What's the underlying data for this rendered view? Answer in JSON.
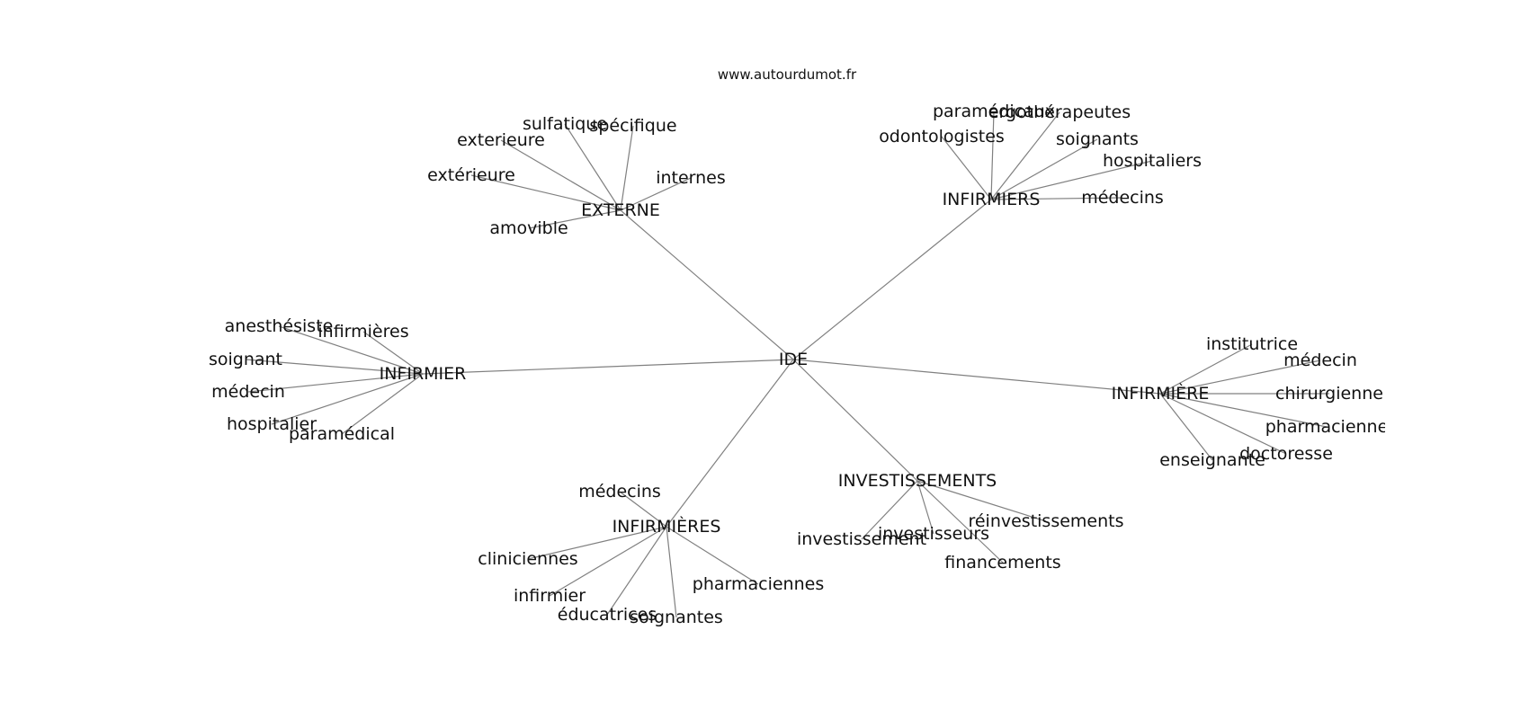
{
  "header": {
    "site": "www.autourdumot.fr"
  },
  "graph": {
    "center": "IDE",
    "clusters": [
      {
        "hub": "EXTERNE",
        "leaves": [
          "sulfatique",
          "spécifique",
          "exterieure",
          "extérieure",
          "internes",
          "amovible"
        ]
      },
      {
        "hub": "INFIRMIERS",
        "leaves": [
          "paramédicaux",
          "ergothérapeutes",
          "odontologistes",
          "soignants",
          "hospitaliers",
          "médecins"
        ]
      },
      {
        "hub": "INFIRMIER",
        "leaves": [
          "anesthésiste",
          "infirmières",
          "soignant",
          "médecin",
          "hospitalier",
          "paramédical"
        ]
      },
      {
        "hub": "INFIRMIÈRE",
        "leaves": [
          "institutrice",
          "médecin",
          "chirurgienne",
          "pharmacienne",
          "doctoresse",
          "enseignante"
        ]
      },
      {
        "hub": "INVESTISSEMENTS",
        "leaves": [
          "réinvestissements",
          "investissement",
          "investisseurs",
          "financements"
        ]
      },
      {
        "hub": "INFIRMIÈRES",
        "leaves": [
          "médecins",
          "cliniciennes",
          "pharmaciennes",
          "infirmier",
          "éducatrices",
          "soignantes"
        ]
      }
    ]
  },
  "colors": {
    "edge": "#808080",
    "text": "#111111",
    "background": "#ffffff"
  }
}
